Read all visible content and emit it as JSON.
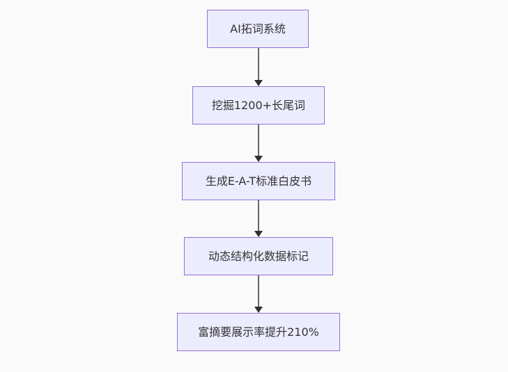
{
  "diagram": {
    "type": "flowchart",
    "direction": "top-down",
    "colors": {
      "background": "#fafafa",
      "node_fill": "#ECECFF",
      "node_border": "#9370DB",
      "node_text": "#333333",
      "edge_line": "#666666",
      "edge_arrowhead": "#2f2f2f"
    },
    "nodes": [
      {
        "id": "n1",
        "label": "AI拓词系统"
      },
      {
        "id": "n2",
        "label": "挖掘1200+长尾词"
      },
      {
        "id": "n3",
        "label": "生成E-A-T标准白皮书"
      },
      {
        "id": "n4",
        "label": "动态结构化数据标记"
      },
      {
        "id": "n5",
        "label": "富摘要展示率提升210%"
      }
    ],
    "edges": [
      {
        "from": "n1",
        "to": "n2",
        "arrow": "down"
      },
      {
        "from": "n2",
        "to": "n3",
        "arrow": "down"
      },
      {
        "from": "n3",
        "to": "n4",
        "arrow": "down"
      },
      {
        "from": "n4",
        "to": "n5",
        "arrow": "down"
      }
    ]
  }
}
